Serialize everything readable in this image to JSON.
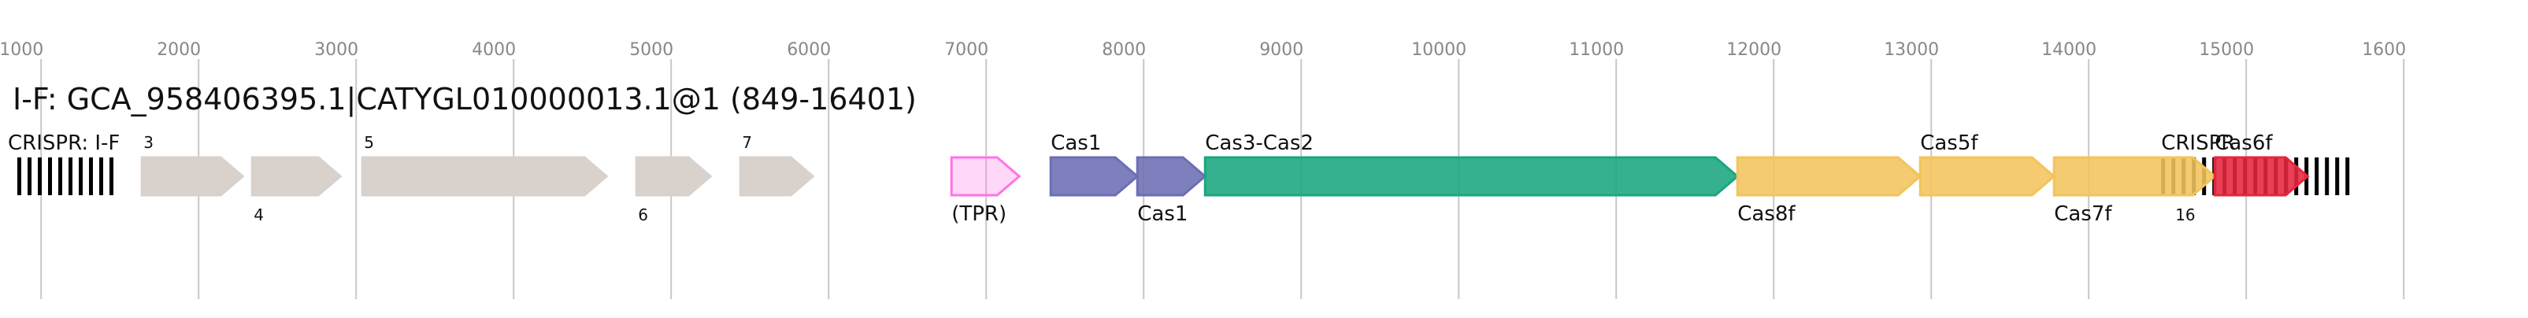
{
  "title": "I-F: GCA_958406395.1|CATYGL010000013.1@1 (849-16401)",
  "axis": {
    "ticks": [
      "1000",
      "2000",
      "3000",
      "4000",
      "5000",
      "6000",
      "7000",
      "8000",
      "9000",
      "10000",
      "11000",
      "12000",
      "13000",
      "14000",
      "15000",
      "1600"
    ],
    "tick_values": [
      1000,
      2000,
      3000,
      4000,
      5000,
      6000,
      7000,
      8000,
      9000,
      10000,
      11000,
      12000,
      13000,
      14000,
      15000,
      16000
    ]
  },
  "colors": {
    "gray": "#d9d1cc",
    "pink": "#ff73e6",
    "purple": "#6b6eb3",
    "green": "#1aa680",
    "yellow": "#f2c45c",
    "red": "#e6263d",
    "crispr": "#000000",
    "grid": "#c8c8c8",
    "tick_text": "#888888"
  },
  "crispr_arrays": [
    {
      "label": "CRISPR: I-F",
      "start": 849,
      "end": 1490
    },
    {
      "label": "CRISPR",
      "start": 14460,
      "end": 15630
    }
  ],
  "genes": [
    {
      "start": 1640,
      "end": 2280,
      "color": "gray",
      "label": "",
      "number": "3",
      "number_pos": "above"
    },
    {
      "start": 2340,
      "end": 2900,
      "color": "gray",
      "label": "",
      "number": "4",
      "number_pos": "below"
    },
    {
      "start": 3040,
      "end": 4590,
      "color": "gray",
      "label": "",
      "number": "5",
      "number_pos": "above"
    },
    {
      "start": 4780,
      "end": 5250,
      "color": "gray",
      "label": "",
      "number": "6",
      "number_pos": "below"
    },
    {
      "start": 5440,
      "end": 5900,
      "color": "gray",
      "label": "",
      "number": "7",
      "number_pos": "above"
    },
    {
      "start": 6780,
      "end": 7210,
      "color": "pink",
      "label": "(TPR)",
      "label_pos": "below",
      "number": ""
    },
    {
      "start": 7410,
      "end": 7960,
      "color": "purple",
      "label": "Cas1",
      "label_pos": "above",
      "number": ""
    },
    {
      "start": 7960,
      "end": 8390,
      "color": "purple",
      "label": "Cas1",
      "label_pos": "below",
      "number": ""
    },
    {
      "start": 8390,
      "end": 11770,
      "color": "green",
      "label": "Cas3-Cas2",
      "label_pos": "above",
      "number": ""
    },
    {
      "start": 11770,
      "end": 12930,
      "color": "yellow",
      "label": "Cas8f",
      "label_pos": "below",
      "number": ""
    },
    {
      "start": 12930,
      "end": 13780,
      "color": "yellow",
      "label": "Cas5f",
      "label_pos": "above",
      "number": ""
    },
    {
      "start": 13780,
      "end": 14800,
      "color": "yellow",
      "label": "Cas7f",
      "label_pos": "below",
      "number": ""
    },
    {
      "start": 14800,
      "end": 15390,
      "color": "red",
      "label": "Cas6f",
      "label_pos": "above",
      "number": ""
    }
  ],
  "crispr_number": "16"
}
